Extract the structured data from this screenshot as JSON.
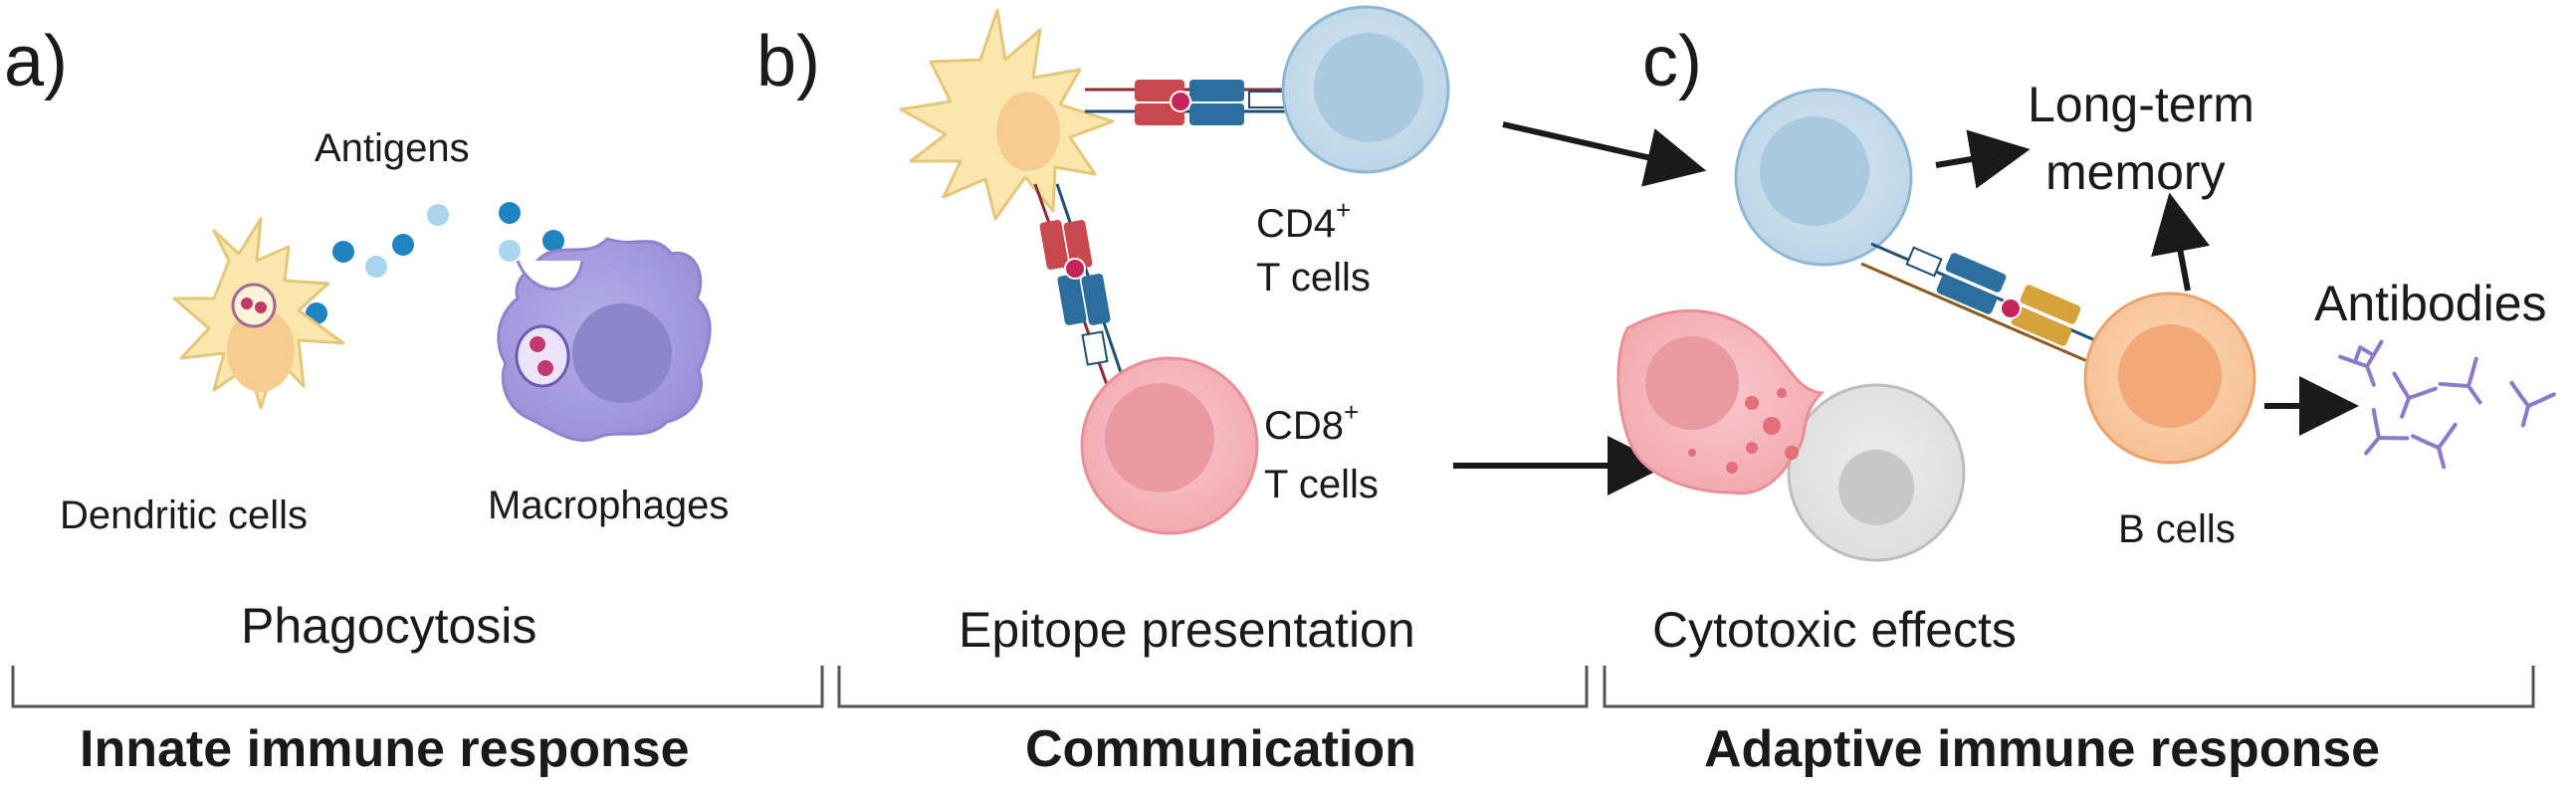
{
  "panels": {
    "a": {
      "letter": "a)",
      "antigens": "Antigens",
      "dendritic": "Dendritic cells",
      "macrophages": "Macrophages",
      "process": "Phagocytosis",
      "response": "Innate immune response"
    },
    "b": {
      "letter": "b)",
      "cd4": "CD4",
      "cd8": "CD8",
      "plus": "+",
      "tcells": "T cells",
      "process": "Epitope presentation",
      "response": "Communication"
    },
    "c": {
      "letter": "c)",
      "memory_line1": "Long-term",
      "memory_line2": "memory",
      "antibodies": "Antibodies",
      "bcells": "B cells",
      "process": "Cytotoxic effects",
      "response": "Adaptive immune response"
    }
  },
  "colors": {
    "dendritic": "#fbe7ad",
    "macrophage": "#a89fe0",
    "tcell_cd4": "#c5dbeb",
    "tcell_cd8": "#f5b5ba",
    "bcell": "#f9cba5",
    "receptor_red": "#c9474f",
    "receptor_blue": "#2c6f9e",
    "receptor_gold": "#d6a23a",
    "antigen": "#1f84c0",
    "antibody": "#8a7ac7"
  }
}
